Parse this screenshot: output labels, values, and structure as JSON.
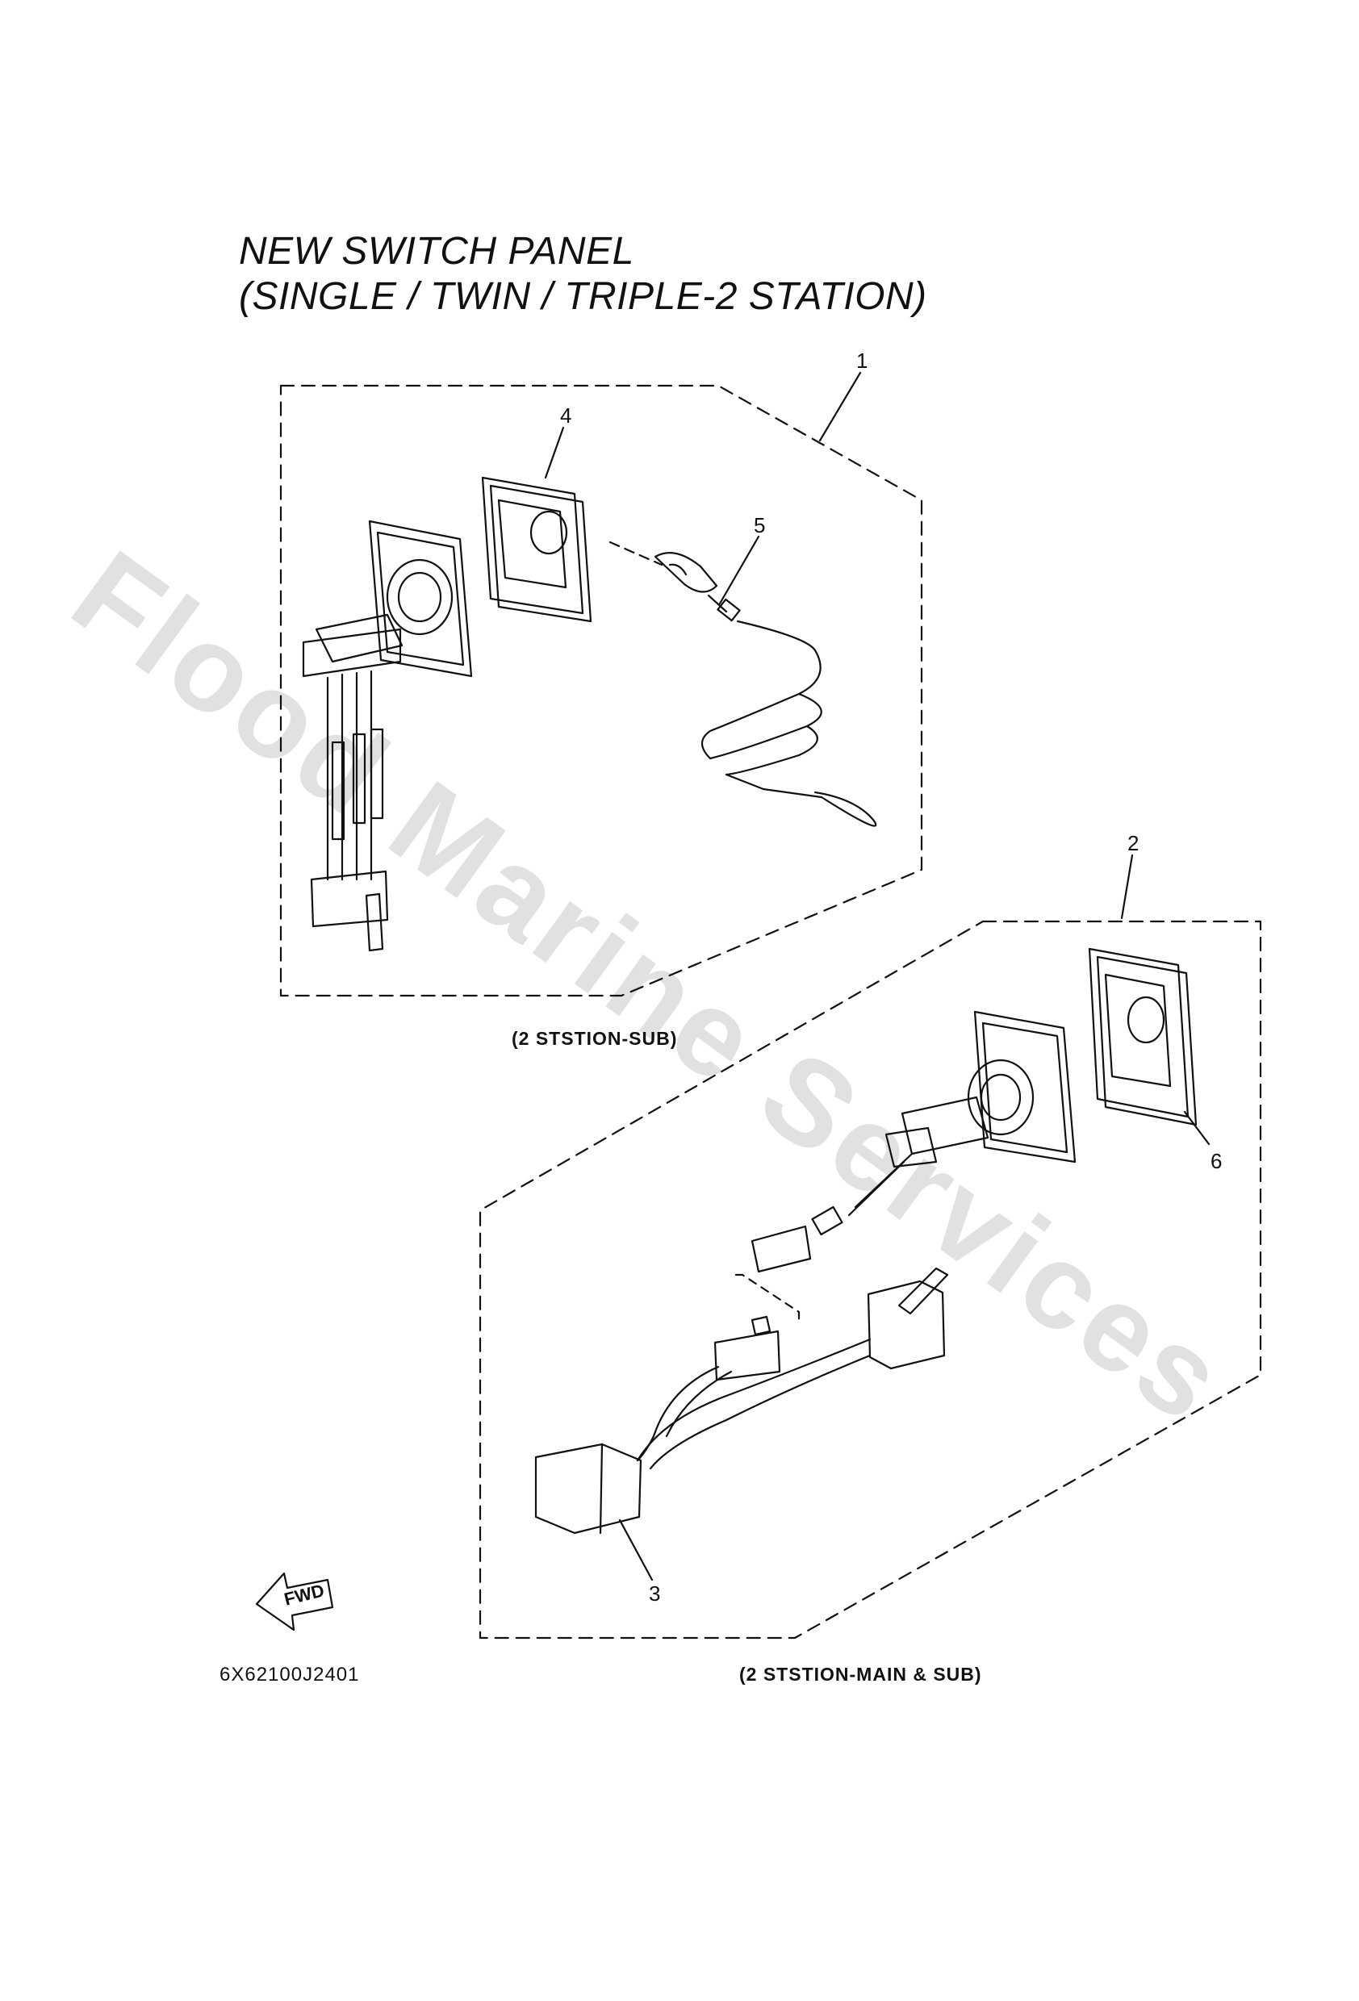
{
  "title": {
    "line1": "NEW SWITCH PANEL",
    "line2": "(SINGLE / TWIN / TRIPLE-2 STATION)"
  },
  "watermark": "Flood Marine Services",
  "captions": {
    "sub": "(2 STSTION-SUB)",
    "main_sub": "(2 STSTION-MAIN & SUB)"
  },
  "drawing_code": "6X62100J2401",
  "fwd_label": "FWD",
  "callouts": [
    "1",
    "2",
    "3",
    "4",
    "5",
    "6"
  ],
  "colors": {
    "line": "#111111",
    "watermark": "#d9d9d9"
  }
}
